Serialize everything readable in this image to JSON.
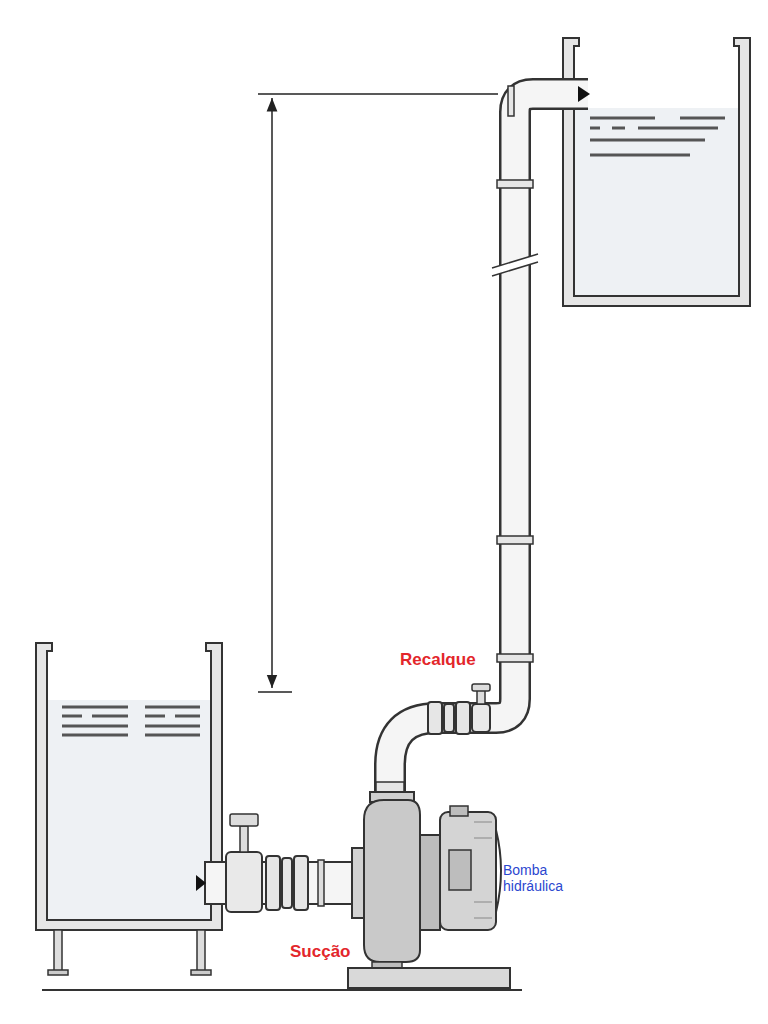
{
  "diagram": {
    "labels": [
      "Recalque",
      "Sucção",
      "Bomba hidráulica"
    ]
  }
}
